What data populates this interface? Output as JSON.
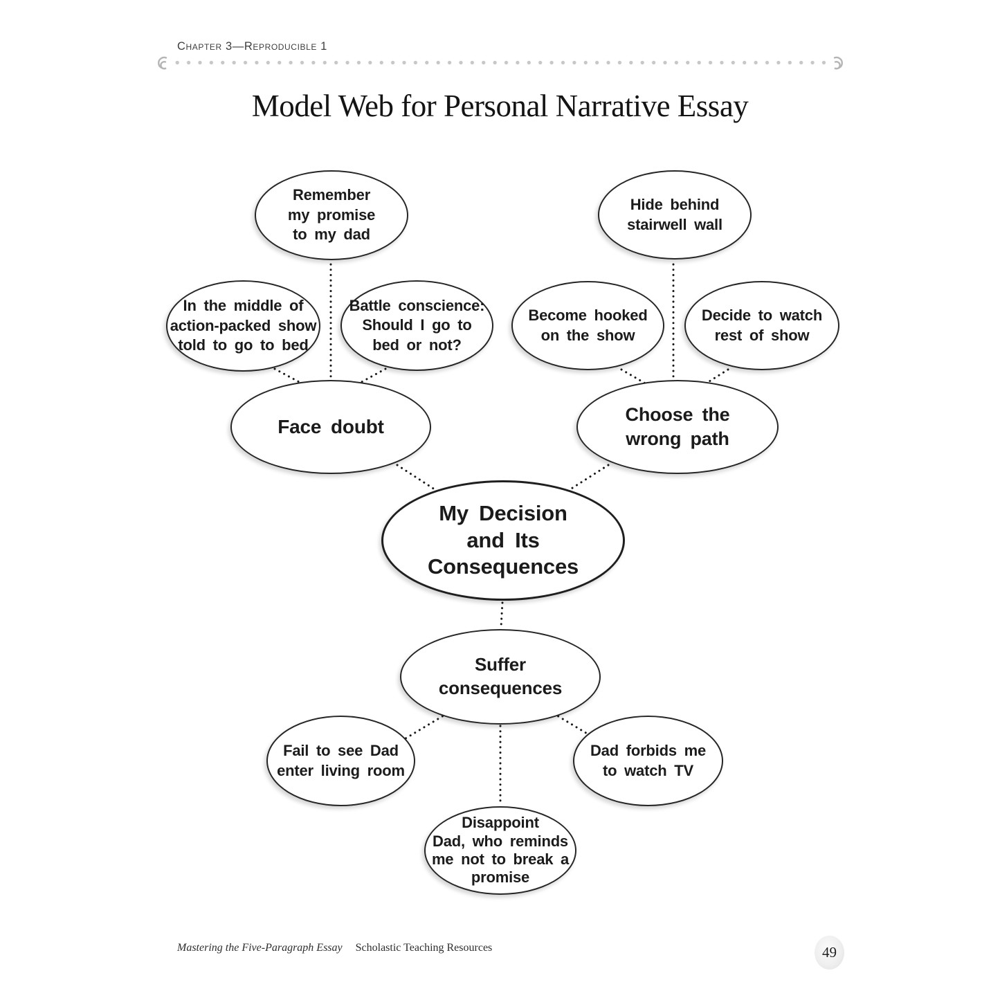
{
  "header": {
    "chapter_label": "Chapter 3—Reproducible 1"
  },
  "title": "Model Web for Personal Narrative Essay",
  "diagram": {
    "nodes": {
      "remember": {
        "label": "Remember\nmy promise\nto my dad"
      },
      "hide": {
        "label": "Hide behind\nstairwell wall"
      },
      "middle": {
        "label": "In the middle of\naction-packed show\ntold to go to bed"
      },
      "battle": {
        "label": "Battle conscience:\nShould I go to\nbed or not?"
      },
      "hooked": {
        "label": "Become hooked\non the show"
      },
      "decide": {
        "label": "Decide to watch\nrest of show"
      },
      "face_doubt": {
        "label": "Face doubt"
      },
      "choose": {
        "label": "Choose the\nwrong path"
      },
      "decision": {
        "label": "My Decision\nand Its\nConsequences"
      },
      "suffer": {
        "label": "Suffer\nconsequences"
      },
      "fail": {
        "label": "Fail to see Dad\nenter living room"
      },
      "forbids": {
        "label": "Dad forbids me\nto watch TV"
      },
      "disappoint": {
        "label": "Disappoint\nDad, who reminds\nme not to break a\npromise"
      }
    }
  },
  "footer": {
    "book_title": "Mastering the Five-Paragraph Essay",
    "publisher": "Scholastic Teaching Resources",
    "page_number": "49"
  },
  "colors": {
    "ellipse_stroke": "#262626",
    "dotted_rule": "#c7c7c7",
    "text": "#1b1b1b"
  }
}
